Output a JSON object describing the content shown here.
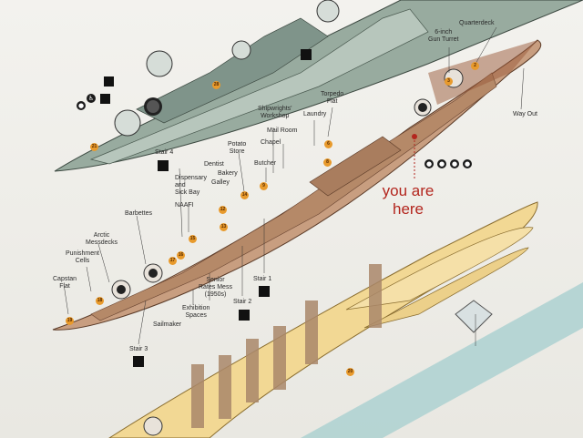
{
  "labels": {
    "quarterdeck": "Quarterdeck",
    "gun_turret": "6-inch\nGun Turret",
    "way_out": "Way Out",
    "torpedo_flat": "Torpedo\nFlat",
    "laundry": "Laundry",
    "shipwrights": "Shipwrights'\nWorkshop",
    "mail_room": "Mail Room",
    "chapel": "Chapel",
    "potato_store": "Potato\nStore",
    "butcher": "Butcher",
    "dentist": "Dentist",
    "bakery": "Bakery",
    "galley": "Galley",
    "stair4": "Stair 4",
    "dispensary": "Dispensary\nand\nSick Bay",
    "naafi": "NAAFI",
    "barbettes": "Barbettes",
    "arctic": "Arctic\nMessdecks",
    "punishment": "Punishment\nCells",
    "capstan": "Capstan\nFlat",
    "senior_rates": "Senior\nRates Mess\n(1950s)",
    "exhibition": "Exhibition\nSpaces",
    "sailmaker": "Sailmaker",
    "stair1": "Stair 1",
    "stair2": "Stair 2",
    "stair3": "Stair 3"
  },
  "you_are_here": "you are\nhere",
  "markers": [
    "2",
    "3",
    "6",
    "8",
    "9",
    "12",
    "13",
    "14",
    "15",
    "16",
    "17",
    "18",
    "19",
    "20",
    "21",
    "28"
  ],
  "icons": [
    "lift-icon",
    "toilet-icon",
    "cafe-icon",
    "accessible-icon",
    "family-icon",
    "baby-change-icon",
    "info-icon"
  ],
  "colors": {
    "deck_top": "#c79d7f",
    "deck_mid": "#b98b6c",
    "deck_upper_green": "#93a89a",
    "hull_yellow": "#f1d891",
    "accent_red": "#b3261e",
    "marker": "#e89a2c"
  }
}
